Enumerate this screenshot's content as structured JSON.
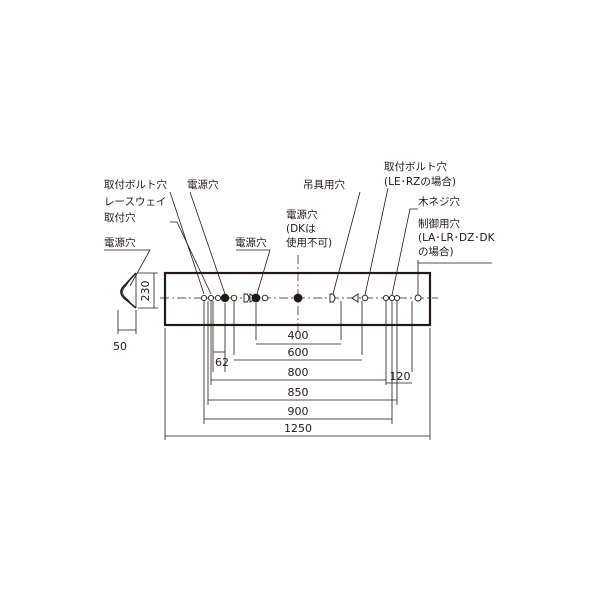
{
  "labels": {
    "bolt_hole_left": "取付ボルト穴",
    "raceway_line1": "レースウェイ",
    "raceway_line2": "取付穴",
    "power_hole_side": "電源穴",
    "power_hole_top": "電源穴",
    "power_hole_mid": "電源穴",
    "power_dk_line1": "電源穴",
    "power_dk_line2": "(DKは",
    "power_dk_line3": "使用不可)",
    "hanger_hole": "吊具用穴",
    "bolt_hole_right_line1": "取付ボルト穴",
    "bolt_hole_right_line2": "(LE･RZの場合)",
    "wood_screw_hole": "木ネジ穴",
    "control_line1": "制御用穴",
    "control_line2": "(LA･LR･DZ･DK",
    "control_line3": "の場合)"
  },
  "dimensions": {
    "height": "230",
    "depth": "50",
    "d400": "400",
    "d62": "62",
    "d600": "600",
    "d800": "800",
    "d120": "120",
    "d850": "850",
    "d900": "900",
    "d1250": "1250"
  }
}
